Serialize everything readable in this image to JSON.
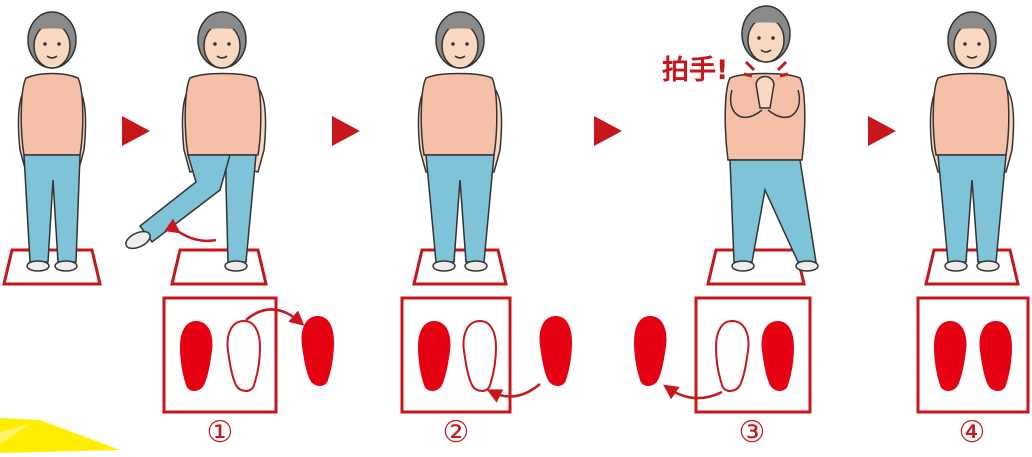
{
  "colors": {
    "accent_red": "#c8161d",
    "shirt": "#f6c0a8",
    "pants": "#7ec3d8",
    "skin": "#f9d8c2",
    "hair": "#8a8a8a",
    "highlight": "#ffee00"
  },
  "clap_label": "拍手!",
  "steps": [
    {
      "label": "①"
    },
    {
      "label": "②"
    },
    {
      "label": "③"
    },
    {
      "label": "④"
    }
  ]
}
